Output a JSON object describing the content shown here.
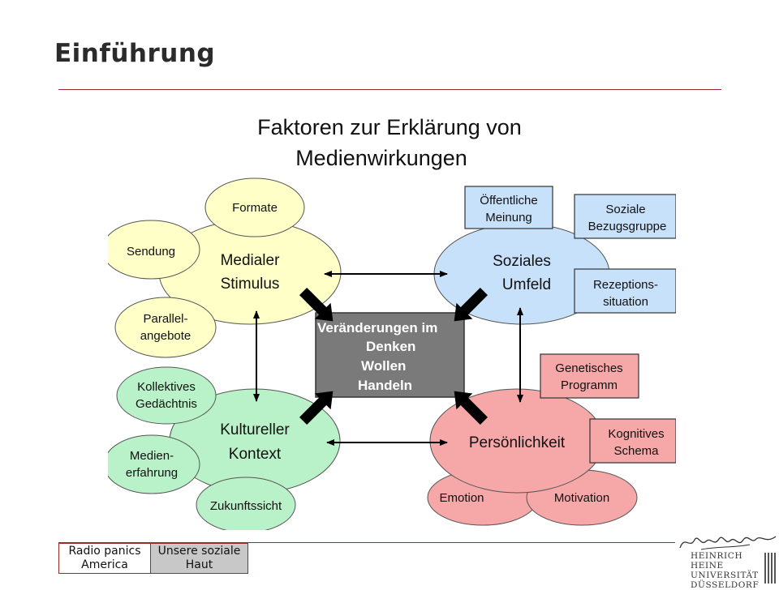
{
  "header": {
    "title": "Einführung"
  },
  "diagram": {
    "title_line1": "Faktoren zur Erklärung von",
    "title_line2": "Medienwirkungen",
    "center": [
      "Veränderungen im",
      "Denken",
      "Wollen",
      "Handeln"
    ],
    "medialer_stimulus": {
      "label": [
        "Medialer",
        "Stimulus"
      ],
      "color": "#ffffc8",
      "satellites": {
        "formate": [
          "Formate"
        ],
        "sendung": [
          "Sendung"
        ],
        "parallel": [
          "Parallel-",
          "angebote"
        ]
      }
    },
    "soziales_umfeld": {
      "label": [
        "Soziales",
        "Umfeld"
      ],
      "color": "#c8e1fa",
      "boxes": {
        "oeffentliche": [
          "Öffentliche",
          "Meinung"
        ],
        "soziale": [
          "Soziale",
          "Bezugsgruppe"
        ],
        "rezeption": [
          "Rezeptions-",
          "situation"
        ]
      }
    },
    "kultureller_kontext": {
      "label": [
        "Kultureller",
        "Kontext"
      ],
      "color": "#b9f2c8",
      "satellites": {
        "kollektives": [
          "Kollektives",
          "Gedächtnis"
        ],
        "medienerfahrung": [
          "Medien-",
          "erfahrung"
        ],
        "zukunft": [
          "Zukunftssicht"
        ]
      }
    },
    "persoenlichkeit": {
      "label": [
        "Persönlichkeit"
      ],
      "color": "#f6a7a7",
      "boxes": {
        "genetisches": [
          "Genetisches",
          "Programm"
        ],
        "kognitives": [
          "Kognitives",
          "Schema"
        ]
      },
      "satellites": {
        "emotion": [
          "Emotion"
        ],
        "motivation": [
          "Motivation"
        ]
      }
    }
  },
  "footer": {
    "tabs": [
      {
        "label": [
          "Radio panics",
          "America"
        ]
      },
      {
        "label": [
          "Unsere soziale",
          "Haut"
        ]
      }
    ]
  },
  "logo": {
    "lines": [
      "HEINRICH HEINE",
      "UNIVERSITÄT",
      "DÜSSELDORF"
    ]
  }
}
